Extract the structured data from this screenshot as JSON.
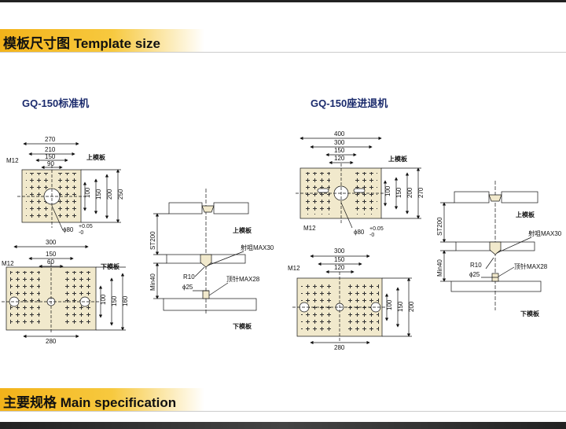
{
  "sections": {
    "template": "模板尺寸图 Template size",
    "spec": "主要规格 Main specification"
  },
  "models": {
    "standard": "GQ-150标准机",
    "sliding": "GQ-150座进退机"
  },
  "labels": {
    "upper_plate": "上模板",
    "lower_plate": "下模板",
    "m12": "M12",
    "phi80": "ϕ80",
    "tol_plus": "+0.05",
    "tol_minus": "-0",
    "nozzle": "射咀MAX30",
    "ejector": "顶针MAX28",
    "r10": "R10",
    "phi25": "ϕ25",
    "st200": "ST200",
    "min40": "Min40"
  },
  "dims": {
    "std_upper": {
      "w270": "270",
      "w210": "210",
      "w150": "150",
      "w90": "90",
      "h100": "100",
      "h150": "150",
      "h200": "200",
      "h250": "250"
    },
    "std_lower": {
      "w300": "300",
      "w150": "150",
      "w60": "60",
      "w280": "280",
      "h100": "100",
      "h150": "150",
      "h160": "160"
    },
    "sld_upper": {
      "w400": "400",
      "w300": "300",
      "w150": "150",
      "w120": "120",
      "h100": "100",
      "h150": "150",
      "h200": "200",
      "h270": "270"
    },
    "sld_lower": {
      "w300": "300",
      "w150": "150",
      "w120": "120",
      "w280": "280",
      "h100": "100",
      "h150": "150",
      "h200": "200"
    }
  }
}
